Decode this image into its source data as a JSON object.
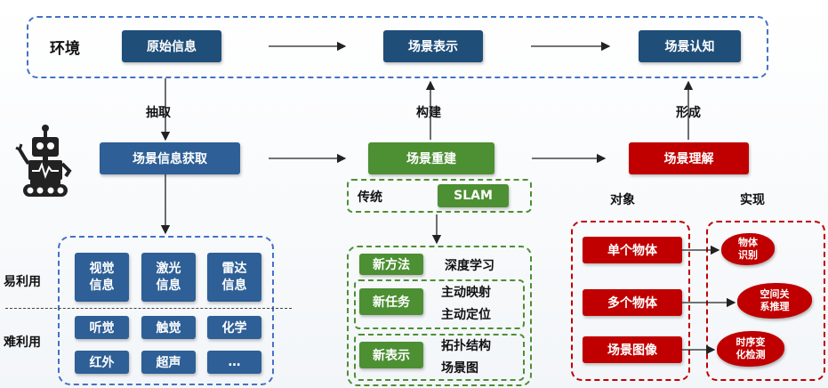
{
  "environment_row": {
    "label": "环境",
    "raw_info": "原始信息",
    "scene_representation": "场景表示",
    "scene_cognition": "场景认知"
  },
  "arrow_labels": {
    "extract": "抽取",
    "construct": "构建",
    "form": "形成"
  },
  "main_row": {
    "acquisition": "场景信息获取",
    "reconstruction": "场景重建",
    "understanding": "场景理解"
  },
  "sensing": {
    "easy_label": "易利用",
    "hard_label": "难利用",
    "easy_items": [
      "视觉\n信息",
      "激光\n信息",
      "雷达\n信息"
    ],
    "hard_items_row1": [
      "听觉",
      "触觉",
      "化学"
    ],
    "hard_items_row2": [
      "红外",
      "超声",
      "…"
    ]
  },
  "reconstruction": {
    "traditional_label": "传统",
    "slam_label": "SLAM",
    "items": [
      {
        "tag": "新方法",
        "desc": "深度学习"
      },
      {
        "tag": "新任务",
        "desc": "主动映射\n主动定位"
      },
      {
        "tag": "新表示",
        "desc": "拓扑结构\n场景图"
      }
    ]
  },
  "understanding": {
    "object_heading": "对象",
    "realize_heading": "实现",
    "objects": [
      "单个物体",
      "多个物体",
      "场景图像"
    ],
    "realizations": [
      "物体\n识别",
      "空间关\n系推理",
      "时序变\n化检测"
    ]
  },
  "colors": {
    "dark_blue": "#1f4e79",
    "green": "#4d8f33",
    "red": "#c00000",
    "dashed_blue": "#4472c4"
  }
}
